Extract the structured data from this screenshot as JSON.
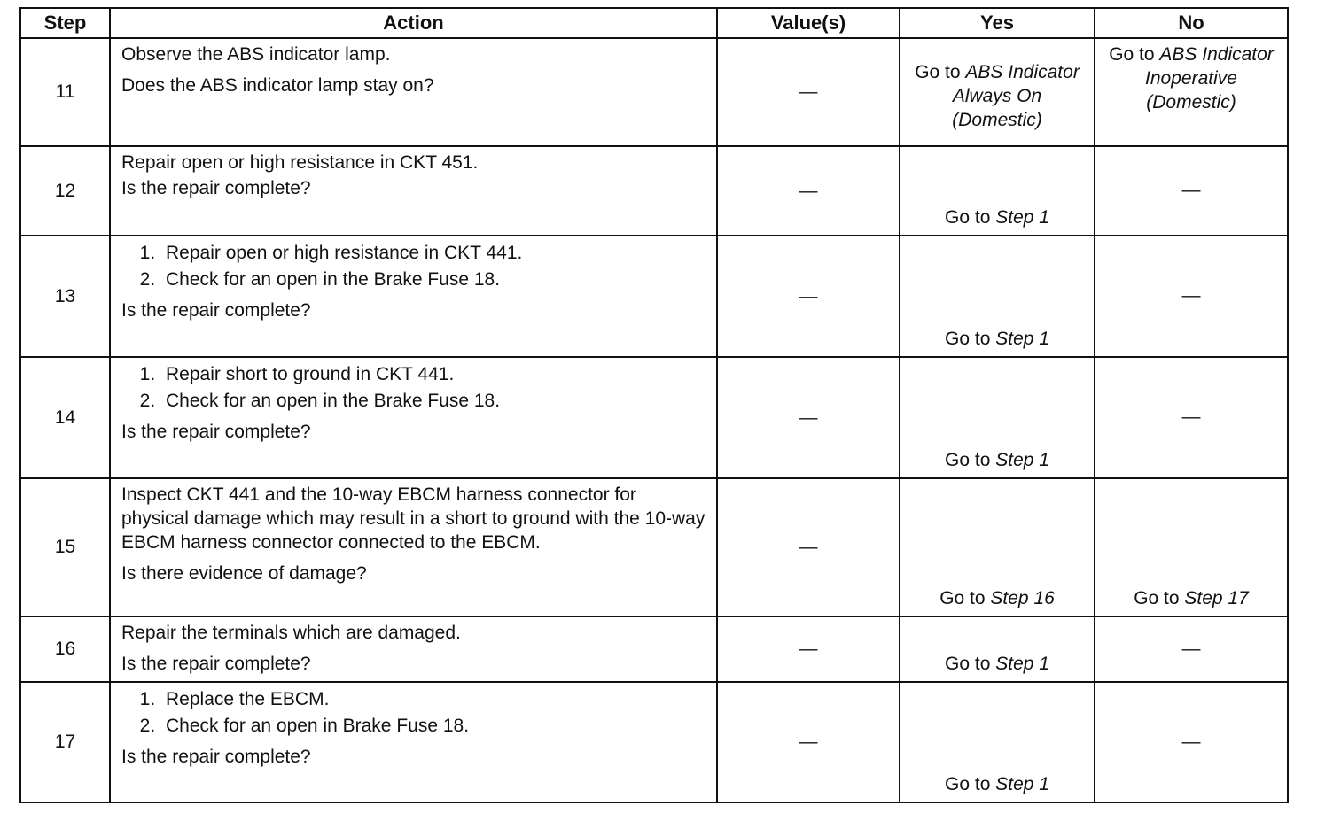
{
  "headers": {
    "step": "Step",
    "action": "Action",
    "values": "Value(s)",
    "yes": "Yes",
    "no": "No"
  },
  "rows": [
    {
      "step": "11",
      "action_lines": [
        "Observe the ABS indicator lamp.",
        "Does the ABS indicator lamp stay on?"
      ],
      "value": "—",
      "yes_prefix": "Go to",
      "yes_italic": "ABS Indicator Always On (Domestic)",
      "no_prefix": "Go to",
      "no_italic": "ABS Indicator Inoperative (Domestic)"
    },
    {
      "step": "12",
      "action_lines": [
        "Repair open or high resistance in CKT 451.",
        "Is the repair complete?"
      ],
      "value": "—",
      "yes_prefix": "Go to",
      "yes_italic": "Step 1",
      "no_text": "—"
    },
    {
      "step": "13",
      "substeps": [
        "Repair open or high resistance in CKT 441.",
        "Check for an open in the Brake Fuse 18."
      ],
      "question": "Is the repair complete?",
      "value": "—",
      "yes_prefix": "Go to",
      "yes_italic": "Step 1",
      "no_text": "—"
    },
    {
      "step": "14",
      "substeps": [
        "Repair short to ground in CKT 441.",
        "Check for an open in the Brake Fuse 18."
      ],
      "question": "Is the repair complete?",
      "value": "—",
      "yes_prefix": "Go to",
      "yes_italic": "Step 1",
      "no_text": "—"
    },
    {
      "step": "15",
      "action_lines": [
        "Inspect CKT 441 and the 10-way EBCM harness connector for physical damage which may result in a short to ground with the 10-way EBCM harness connector connected to the EBCM.",
        "Is there evidence of damage?"
      ],
      "value": "—",
      "yes_prefix": "Go to",
      "yes_italic": "Step 16",
      "no_prefix": "Go to",
      "no_italic": "Step 17"
    },
    {
      "step": "16",
      "action_lines": [
        "Repair the terminals which are damaged.",
        "Is the repair complete?"
      ],
      "value": "—",
      "yes_prefix": "Go to",
      "yes_italic": "Step 1",
      "no_text": "—"
    },
    {
      "step": "17",
      "substeps": [
        "Replace the EBCM.",
        "Check for an open in Brake Fuse 18."
      ],
      "question": "Is the repair complete?",
      "value": "—",
      "yes_prefix": "Go to",
      "yes_italic": "Step 1",
      "no_text": "—"
    }
  ]
}
